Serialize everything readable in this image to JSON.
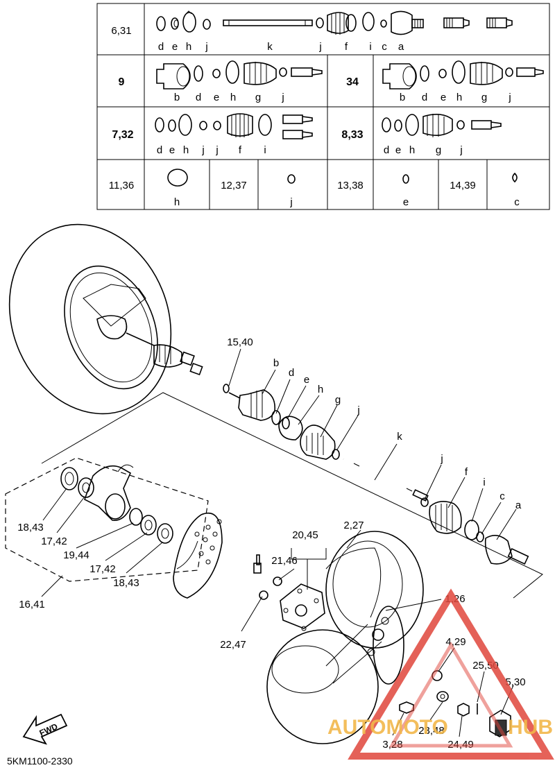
{
  "table": {
    "row1": {
      "refs": "6,31",
      "letters": [
        "d",
        "e",
        "h",
        "j",
        "k",
        "j",
        "f",
        "i",
        "c",
        "a"
      ]
    },
    "row2": {
      "left": {
        "refs": "9",
        "letters": [
          "b",
          "d",
          "e",
          "h",
          "g",
          "j"
        ]
      },
      "right": {
        "refs": "34",
        "letters": [
          "b",
          "d",
          "e",
          "h",
          "g",
          "j"
        ]
      }
    },
    "row3": {
      "left": {
        "refs": "7,32",
        "letters": [
          "d",
          "e",
          "h",
          "j",
          "j",
          "f",
          "i"
        ]
      },
      "right": {
        "refs": "8,33",
        "letters": [
          "d",
          "e",
          "h",
          "g",
          "j"
        ]
      }
    },
    "row4": [
      {
        "refs": "11,36",
        "letter": "h"
      },
      {
        "refs": "12,37",
        "letter": "j"
      },
      {
        "refs": "13,38",
        "letter": "e"
      },
      {
        "refs": "14,39",
        "letter": "c"
      }
    ]
  },
  "callouts": {
    "c15_40": "15,40",
    "b": "b",
    "d": "d",
    "e": "e",
    "h": "h",
    "g": "g",
    "j1": "j",
    "k": "k",
    "j2": "j",
    "f": "f",
    "i": "i",
    "c": "c",
    "a": "a",
    "c18_43a": "18,43",
    "c17_42a": "17,42",
    "c19_44": "19,44",
    "c17_42b": "17,42",
    "c18_43b": "18,43",
    "c16_41": "16,41",
    "c20_45": "20,45",
    "c21_46": "21,46",
    "c2_27": "2,27",
    "c1_26": "1,26",
    "c22_47": "22,47",
    "c4_29": "4,29",
    "c25_50": "25,50",
    "c5_30": "5,30",
    "c23_48": "23,48",
    "c3_28": "3,28",
    "c24_49": "24,49"
  },
  "fwd_label": "FWD",
  "diagram_code": "5KM1100-2330",
  "watermark": {
    "text_a": "AUTOMOTO",
    "text_b": "HUB",
    "color_red": "#e0463c",
    "color_gold": "#f2b84b"
  }
}
